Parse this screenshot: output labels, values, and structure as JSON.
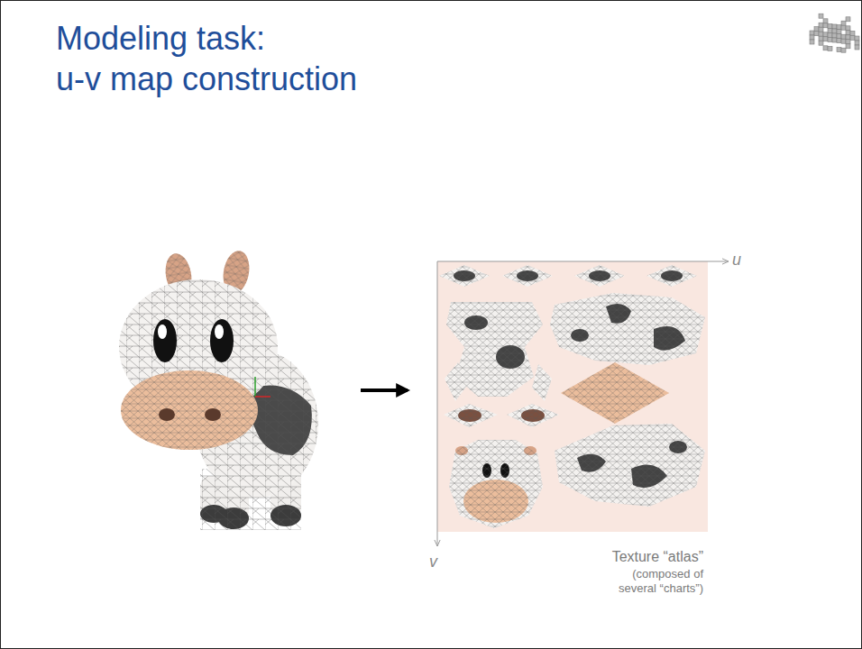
{
  "diagram": {
    "title": "Modeling task: u-v map construction",
    "labels": [
      "u",
      "v",
      "Texture “atlas”",
      "(composed of several “charts”)"
    ]
  }
}
